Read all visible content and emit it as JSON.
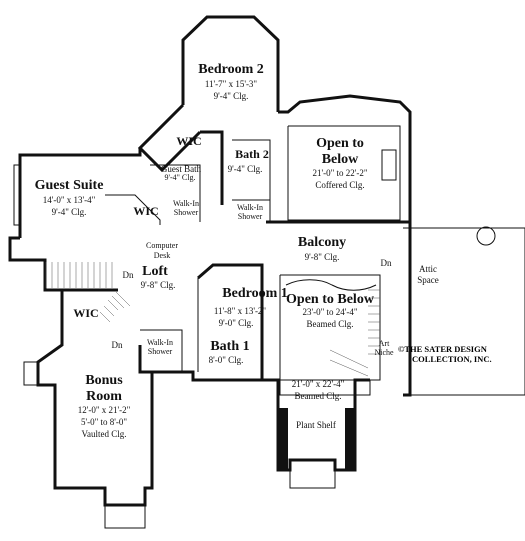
{
  "rooms": {
    "bedroom2": {
      "name": "Bedroom 2",
      "dims": "11'-7\" x 15'-3\"",
      "ceiling": "9'-4\" Clg."
    },
    "wic_top": {
      "name": "WIC"
    },
    "bath2": {
      "name": "Bath 2",
      "ceiling": "9'-4\" Clg."
    },
    "walkin_shower_top": {
      "line1": "Walk-In",
      "line2": "Shower"
    },
    "open_below_top": {
      "line1": "Open to",
      "line2": "Below",
      "ceiling": "21'-0\" to 22'-2\"",
      "ceiling2": "Coffered Clg."
    },
    "guest_suite": {
      "name": "Guest Suite",
      "dims": "14'-0\" x 13'-4\"",
      "ceiling": "9'-4\" Clg."
    },
    "guest_bath": {
      "name": "Guest Bath",
      "ceiling": "9'-4\" Clg."
    },
    "wic_mid": {
      "name": "WIC"
    },
    "walkin_shower_mid": {
      "line1": "Walk-In",
      "line2": "Shower"
    },
    "computer_desk": {
      "line1": "Computer",
      "line2": "Desk"
    },
    "loft": {
      "name": "Loft",
      "ceiling": "9'-8\" Clg."
    },
    "balcony": {
      "name": "Balcony",
      "ceiling": "9'-8\" Clg."
    },
    "attic": {
      "line1": "Attic",
      "line2": "Space"
    },
    "bedroom1": {
      "name": "Bedroom 1",
      "dims": "11'-8\" x 13'-2\"",
      "ceiling": "9'-0\" Clg."
    },
    "open_below_mid": {
      "name": "Open to Below",
      "ceiling": "23'-0\" to 24'-4\"",
      "ceiling2": "Beamed Clg."
    },
    "art_niche": {
      "line1": "Art",
      "line2": "Niche"
    },
    "wic_left": {
      "name": "WIC"
    },
    "walkin_shower_low": {
      "line1": "Walk-In",
      "line2": "Shower"
    },
    "bath1": {
      "name": "Bath 1",
      "ceiling": "8'-0\" Clg."
    },
    "bonus_room": {
      "line1": "Bonus",
      "line2": "Room",
      "dims": "12'-0\" x 21'-2\"",
      "ceiling": "5'-0\" to 8'-0\"",
      "ceiling2": "Vaulted Clg."
    },
    "lower_open": {
      "dims": "21'-0\" x 22'-4\"",
      "ceiling": "Beamed Clg."
    },
    "plant_shelf": {
      "name": "Plant Shelf"
    }
  },
  "stairs": {
    "down_label": "Dn"
  },
  "copyright": {
    "line1": "©THE SATER DESIGN",
    "line2": "COLLECTION, INC."
  }
}
